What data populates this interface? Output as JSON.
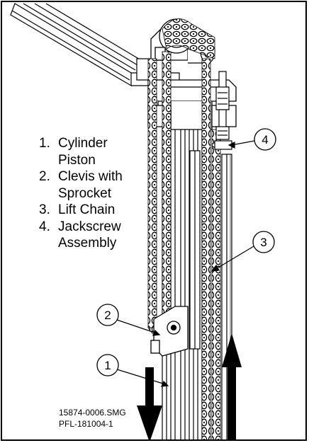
{
  "legend": [
    {
      "number": "1.",
      "label": "Cylinder\nPiston"
    },
    {
      "number": "2.",
      "label": "Clevis with\nSprocket"
    },
    {
      "number": "3.",
      "label": "Lift Chain"
    },
    {
      "number": "4.",
      "label": "Jackscrew\nAssembly"
    }
  ],
  "callouts": [
    {
      "id": "1",
      "text": "1"
    },
    {
      "id": "2",
      "text": "2"
    },
    {
      "id": "3",
      "text": "3"
    },
    {
      "id": "4",
      "text": "4"
    }
  ],
  "drawing_refs": {
    "line1": "15874-0006.SMG",
    "line2": "PFL-181004-1"
  }
}
